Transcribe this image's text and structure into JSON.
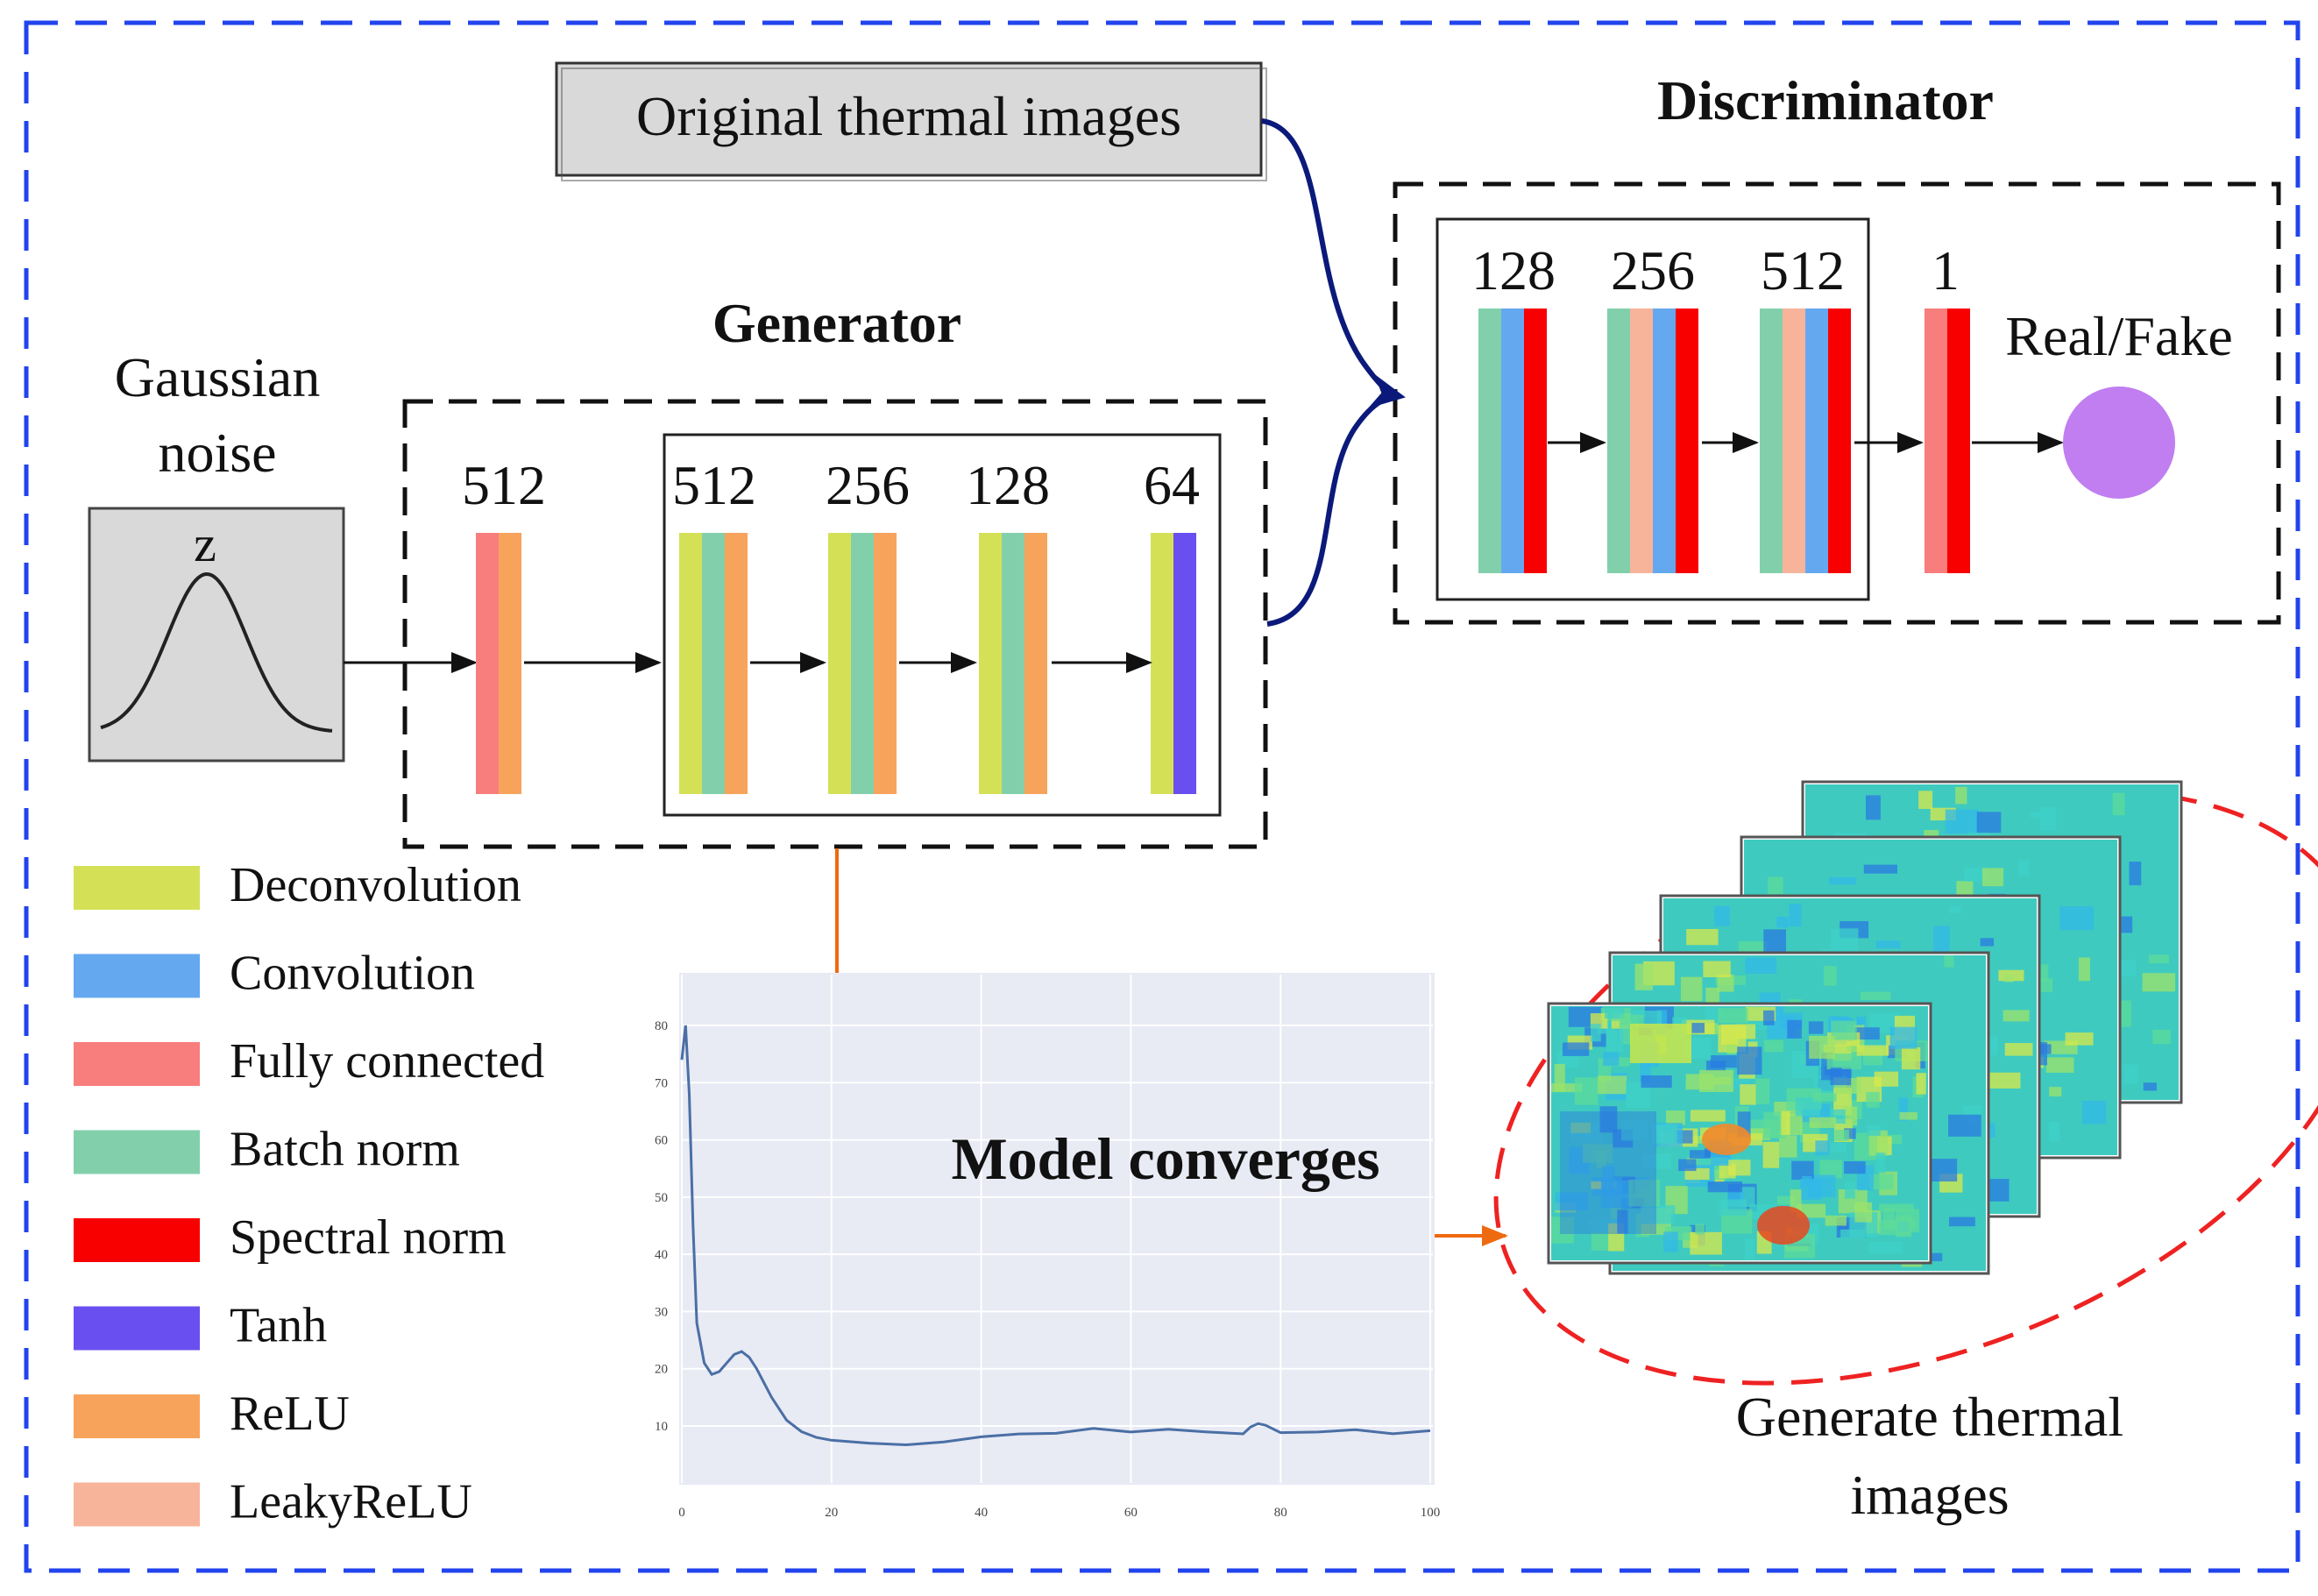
{
  "colors": {
    "deconvolution": "#d4e157",
    "convolution": "#64a8f0",
    "fully_connected": "#f87d7d",
    "batch_norm": "#82d0ab",
    "spectral_norm": "#f80000",
    "tanh": "#6a4ff0",
    "relu": "#f7a35c",
    "leakyrelu": "#f7b49a",
    "outer_border": "#2244ee",
    "arrow_navy": "#0b1a7a",
    "arrow_orange": "#ee6a10",
    "ellipse_red": "#ee2222",
    "output_node": "#c07ef0",
    "plot_bg": "#e8eaf4",
    "plot_line": "#4a6fa5",
    "noise_box": "#d9d9d9"
  },
  "input": {
    "label_line1": "Gaussian",
    "label_line2": "noise",
    "z_label": "z"
  },
  "original_images_label": "Original thermal images",
  "generator": {
    "title": "Generator",
    "fc_size": "512",
    "layer_sizes": [
      "512",
      "256",
      "128",
      "64"
    ]
  },
  "discriminator": {
    "title": "Discriminator",
    "layer_sizes": [
      "128",
      "256",
      "512"
    ],
    "final_size": "1",
    "output_label": "Real/Fake"
  },
  "legend": [
    {
      "label": "Deconvolution",
      "color_key": "deconvolution"
    },
    {
      "label": "Convolution",
      "color_key": "convolution"
    },
    {
      "label": "Fully connected",
      "color_key": "fully_connected"
    },
    {
      "label": "Batch norm",
      "color_key": "batch_norm"
    },
    {
      "label": "Spectral norm",
      "color_key": "spectral_norm"
    },
    {
      "label": "Tanh",
      "color_key": "tanh"
    },
    {
      "label": "ReLU",
      "color_key": "relu"
    },
    {
      "label": "LeakyReLU",
      "color_key": "leakyrelu"
    }
  ],
  "convergence": {
    "label": "Model converges",
    "y_ticks": [
      "10",
      "20",
      "30",
      "40",
      "50",
      "60",
      "70",
      "80"
    ],
    "x_ticks": [
      "0",
      "20",
      "40",
      "60",
      "80",
      "100"
    ],
    "loss_curve": {
      "x": [
        0,
        0.5,
        1,
        1.5,
        2,
        3,
        4,
        5,
        6,
        7,
        8,
        9,
        10,
        11,
        12,
        14,
        16,
        18,
        20,
        25,
        30,
        35,
        40,
        45,
        50,
        55,
        60,
        65,
        70,
        75,
        76,
        77,
        78,
        80,
        85,
        90,
        95,
        100
      ],
      "y": [
        74,
        80,
        68,
        45,
        28,
        21,
        19,
        19.5,
        21,
        22.5,
        23,
        22,
        20,
        17.5,
        15,
        11,
        9,
        8,
        7.5,
        7,
        6.7,
        7.5,
        8,
        8.5,
        9,
        9.2,
        9.3,
        9.2,
        9,
        8.8,
        9.5,
        10.8,
        9.8,
        9,
        9,
        9.1,
        9,
        8.8
      ]
    }
  },
  "generated_label_line1": "Generate thermal",
  "generated_label_line2": "images"
}
